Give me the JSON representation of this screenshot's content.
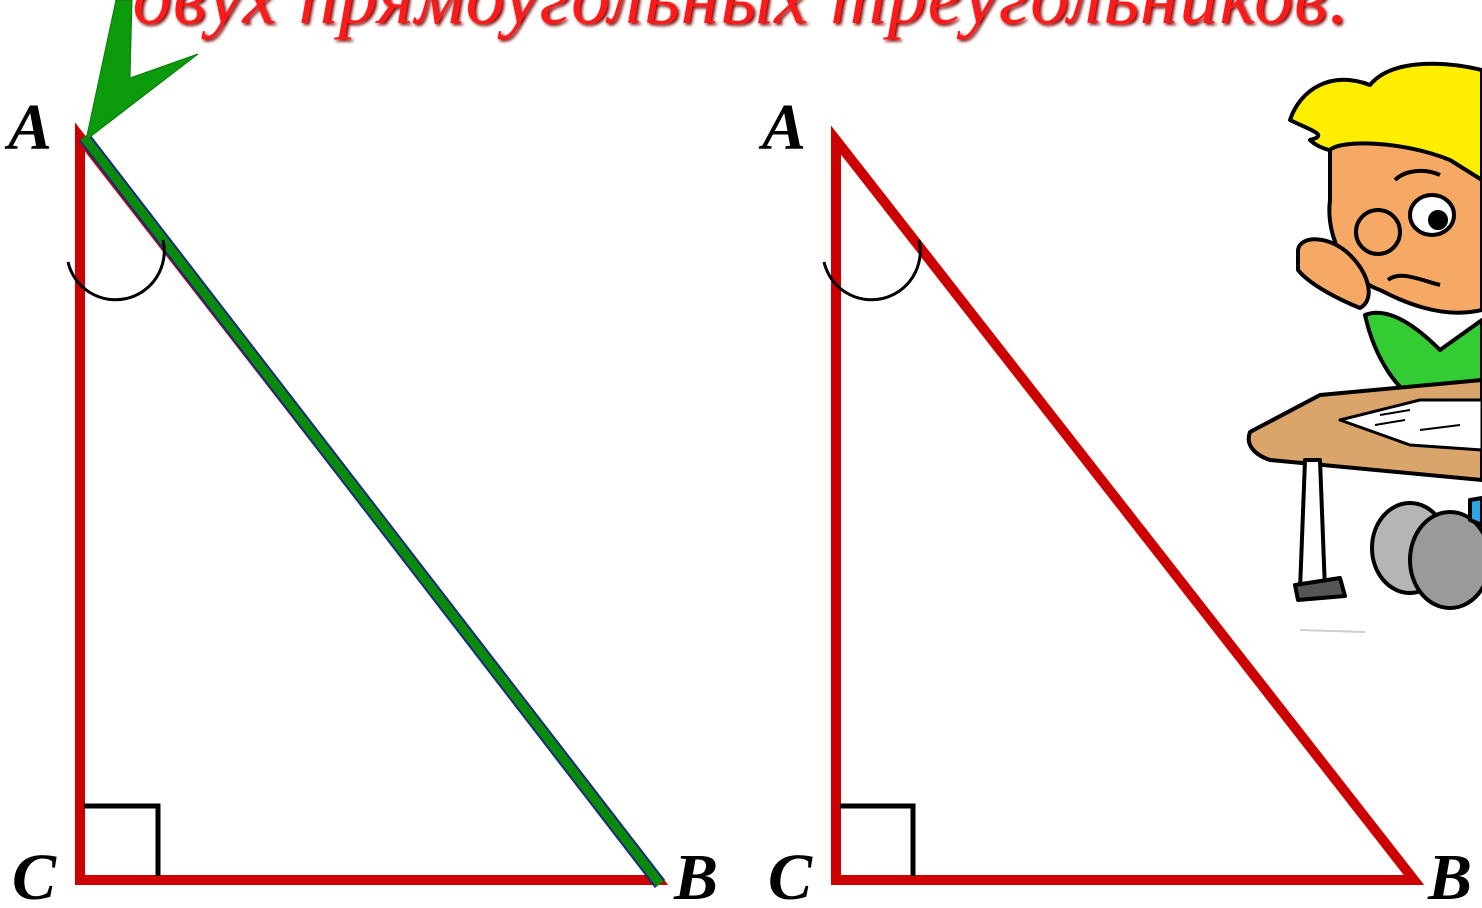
{
  "title": "двух прямоугольных треугольников.",
  "triangle_left": {
    "vertex_a": "A",
    "vertex_b": "B",
    "vertex_c": "C",
    "highlighted_side": "AB"
  },
  "triangle_right": {
    "vertex_a": "A",
    "vertex_b": "B",
    "vertex_c": "C"
  },
  "colors": {
    "triangle": "#cc0000",
    "highlight": "#0a8a0a",
    "highlight_outline": "#1a2a7a",
    "title": "#ff1a1a"
  },
  "icons": [
    "arrow-pointer-icon",
    "thinking-boy-at-desk-illustration"
  ]
}
